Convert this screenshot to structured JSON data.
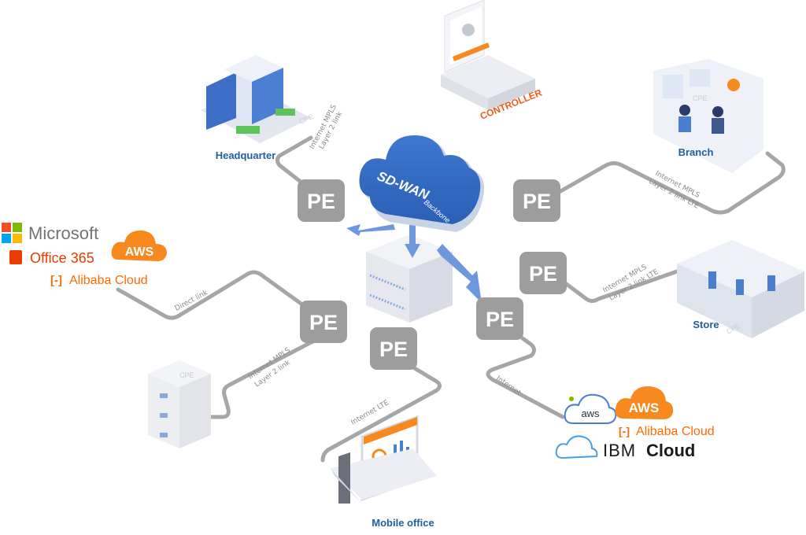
{
  "backbone": {
    "title": "SD-WAN",
    "subtitle": "Backbone"
  },
  "pe_label": "PE",
  "sites": {
    "headquarter": {
      "label": "Headquarter",
      "cpe": "CPE",
      "link": [
        "Internet MPLS",
        "Layer 2 link"
      ]
    },
    "controller": {
      "label": "CONTROLLER"
    },
    "branch": {
      "label": "Branch",
      "cpe": "CPE",
      "link": [
        "Internet MPLS",
        "Layer 2 link LTE"
      ]
    },
    "store": {
      "label": "Store",
      "cpe": "CPE",
      "link": [
        "Internet MPLS",
        "Layer 2 link LTE"
      ]
    },
    "datacenter": {
      "cpe": "CPE",
      "link": [
        "Internet MPLS",
        "Layer 2 link"
      ]
    },
    "mobile_office": {
      "label": "Mobile office",
      "link": [
        "Internet  LTE"
      ]
    },
    "saas": {
      "link": "Direct link",
      "microsoft": "Microsoft",
      "office": "Office 365",
      "aws": "AWS",
      "alibaba": "Alibaba Cloud"
    },
    "cloud": {
      "link": "Internet",
      "aws_small": "aws",
      "aws": "AWS",
      "alibaba": "Alibaba Cloud",
      "ibm": "IBM",
      "ibm_cloud": "Cloud"
    }
  },
  "colors": {
    "pe": "#9d9d9d",
    "line": "#a6a6a6",
    "label_blue": "#1f5f9e",
    "controller_orange": "#f05a1a",
    "aws_orange": "#f7891f",
    "cloud_blue": "#4a7fd0"
  }
}
